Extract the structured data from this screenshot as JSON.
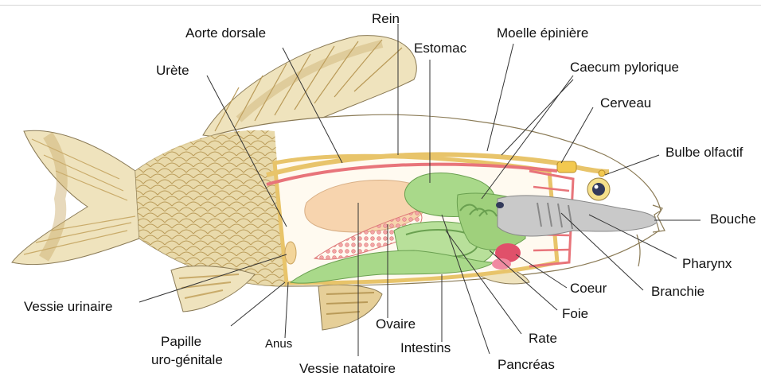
{
  "labels": {
    "rein": "Rein",
    "aorte_dorsale": "Aorte dorsale",
    "estomac": "Estomac",
    "moelle_epiniere": "Moelle épinière",
    "urete": "Urète",
    "caecum_pylorique": "Caecum pylorique",
    "cerveau": "Cerveau",
    "bulbe_olfactif": "Bulbe olfactif",
    "bouche": "Bouche",
    "pharynx": "Pharynx",
    "branchie": "Branchie",
    "coeur": "Coeur",
    "foie": "Foie",
    "rate": "Rate",
    "pancreas": "Pancréas",
    "intestins": "Intestins",
    "ovaire": "Ovaire",
    "vessie_natatoire": "Vessie natatoire",
    "anus": "Anus",
    "papille_line1": "Papille",
    "papille_line2": "uro-génitale",
    "vessie_urinaire": "Vessie urinaire"
  },
  "colors": {
    "fin": "#e9dcb0",
    "fin_band": "#c9ab6a",
    "scale": "#d9c58e",
    "spine": "#e8c46a",
    "aorta": "#e8747a",
    "kidney": "#f6d2a8",
    "digestive": "#a9d98a",
    "heart": "#e0506a",
    "gill": "#c8c8c8",
    "leader": "#333333"
  }
}
